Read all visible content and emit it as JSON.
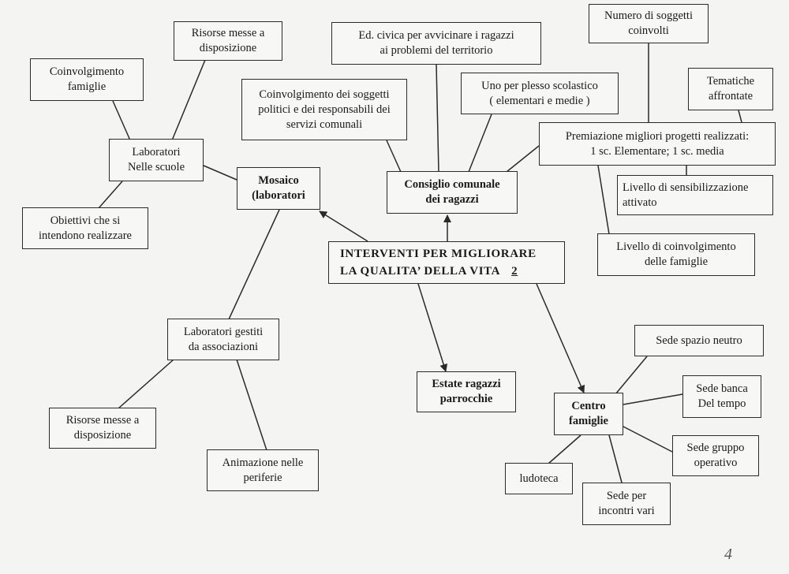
{
  "center": {
    "line1": "INTERVENTI PER MIGLIORARE",
    "line2": "LA QUALITA’ DELLA VITA",
    "number": "2"
  },
  "nodes": {
    "mosaico": [
      "Mosaico",
      "(laboratori"
    ],
    "laboratori_scuole": [
      "Laboratori",
      "Nelle scuole"
    ],
    "coinvolgimento_famiglie": [
      "Coinvolgimento",
      "famiglie"
    ],
    "risorse_top": [
      "Risorse messe a",
      "disposizione"
    ],
    "obiettivi": [
      "Obiettivi che si",
      "intendono realizzare"
    ],
    "laboratori_associazioni": [
      "Laboratori gestiti",
      "da associazioni"
    ],
    "risorse_bottom": [
      "Risorse messe a",
      "disposizione"
    ],
    "animazione": [
      "Animazione nelle",
      "periferie"
    ],
    "consiglio": [
      "Consiglio comunale",
      "dei ragazzi"
    ],
    "coinvolgimento_soggetti": [
      "Coinvolgimento dei soggetti",
      "politici e dei responsabili dei",
      "servizi comunali"
    ],
    "ed_civica": [
      "Ed. civica per  avvicinare i ragazzi",
      "ai problemi del territorio"
    ],
    "plesso": [
      "Uno per plesso scolastico",
      "( elementari e medie )"
    ],
    "premiazione": [
      "Premiazione migliori progetti realizzati:",
      "1 sc. Elementare; 1 sc. media"
    ],
    "numero_soggetti": [
      "Numero di soggetti",
      "coinvolti"
    ],
    "tematiche": [
      "Tematiche",
      "affrontate"
    ],
    "sensibilizzazione": [
      "Livello di sensibilizzazione",
      "attivato"
    ],
    "livello_famiglie": [
      "Livello di coinvolgimento",
      "delle famiglie"
    ],
    "estate": [
      "Estate ragazzi",
      "parrocchie"
    ],
    "centro_famiglie": [
      "Centro",
      "famiglie"
    ],
    "spazio_neutro": [
      "Sede spazio neutro"
    ],
    "banca_tempo": [
      "Sede banca",
      "Del tempo"
    ],
    "gruppo_operativo": [
      "Sede gruppo",
      "operativo"
    ],
    "incontri": [
      "Sede per",
      "incontri vari"
    ],
    "ludoteca": [
      "ludoteca"
    ]
  },
  "page_number": "4",
  "colors": {
    "line": "#2a2a2a",
    "paper": "#f4f4f2"
  }
}
